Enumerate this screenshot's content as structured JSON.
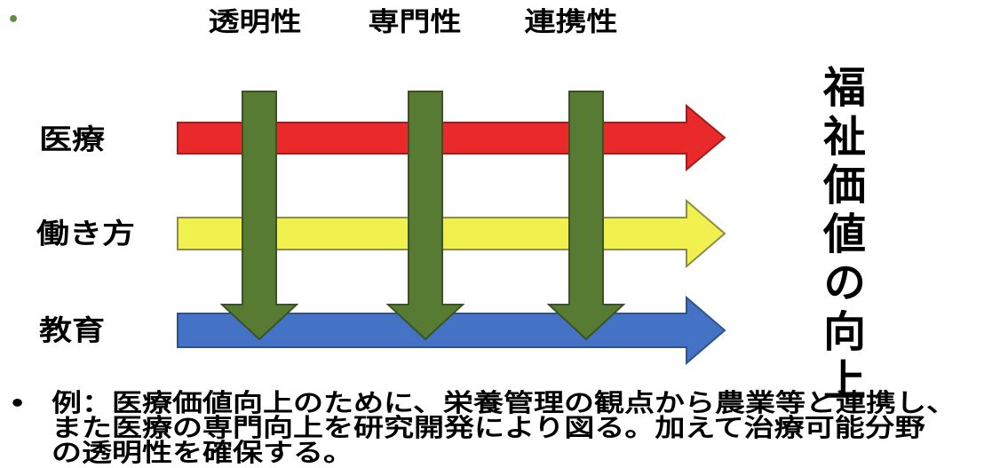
{
  "slide": {
    "top_bullet": "•",
    "column_headers": [
      "透明性",
      "専門性",
      "連携性"
    ],
    "row_labels": [
      "医療",
      "働き方",
      "教育"
    ],
    "vertical_text": "福祉価値の向上",
    "example_bullet": "•",
    "example_lines": [
      "例：医療価値向上のために、栄養管理の観点から農業等と連携し、",
      "また医療の専門向上を研究開発により図る。加えて治療可能分野",
      "の透明性を確保する。"
    ]
  },
  "colors": {
    "top_bullet": "#5c8f3c",
    "red_arrow_fill": "#ea2a2a",
    "red_arrow_stroke": "#a51c1c",
    "yellow_arrow_fill": "#f0f04e",
    "yellow_arrow_stroke": "#8c8c4a",
    "blue_arrow_fill": "#4472c4",
    "blue_arrow_stroke": "#2f528f",
    "green_arrow_fill": "#587b34",
    "green_arrow_stroke": "#3b5323"
  }
}
